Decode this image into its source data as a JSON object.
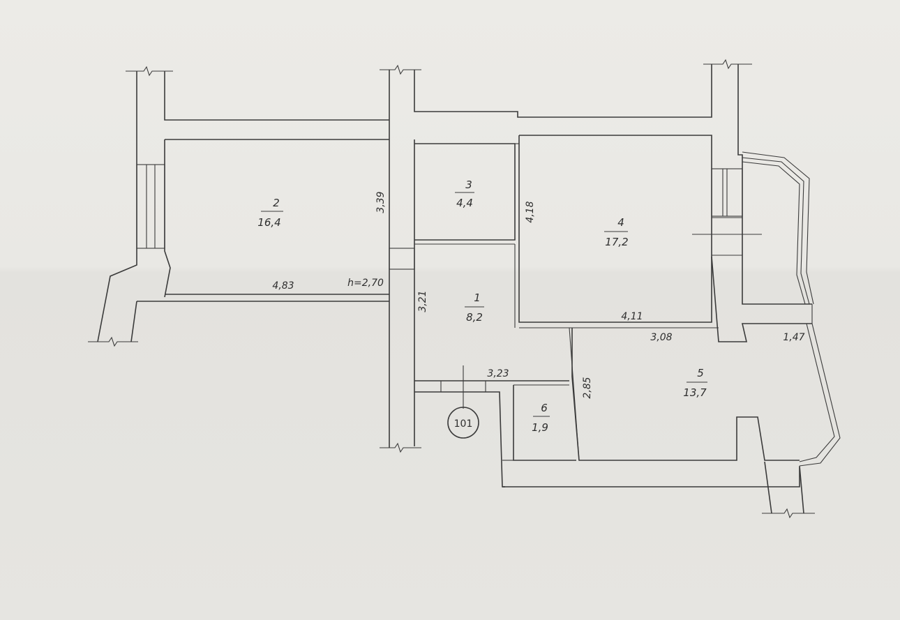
{
  "rooms": [
    {
      "number": "1",
      "area": "8,2"
    },
    {
      "number": "2",
      "area": "16,4"
    },
    {
      "number": "3",
      "area": "4,4"
    },
    {
      "number": "4",
      "area": "17,2"
    },
    {
      "number": "5",
      "area": "13,7"
    },
    {
      "number": "6",
      "area": "1,9"
    }
  ],
  "dimensions": {
    "room2_width": "4,83",
    "room2_depth": "3,39",
    "ceiling_height": "h=2,70",
    "room4_depth": "4,18",
    "room4_width": "4,11",
    "room1_depth": "3,21",
    "room1_width": "3,23",
    "room5_width": "3,08",
    "room5_depth": "2,85",
    "balcony_depth": "1,47"
  },
  "apartment_number": "101"
}
